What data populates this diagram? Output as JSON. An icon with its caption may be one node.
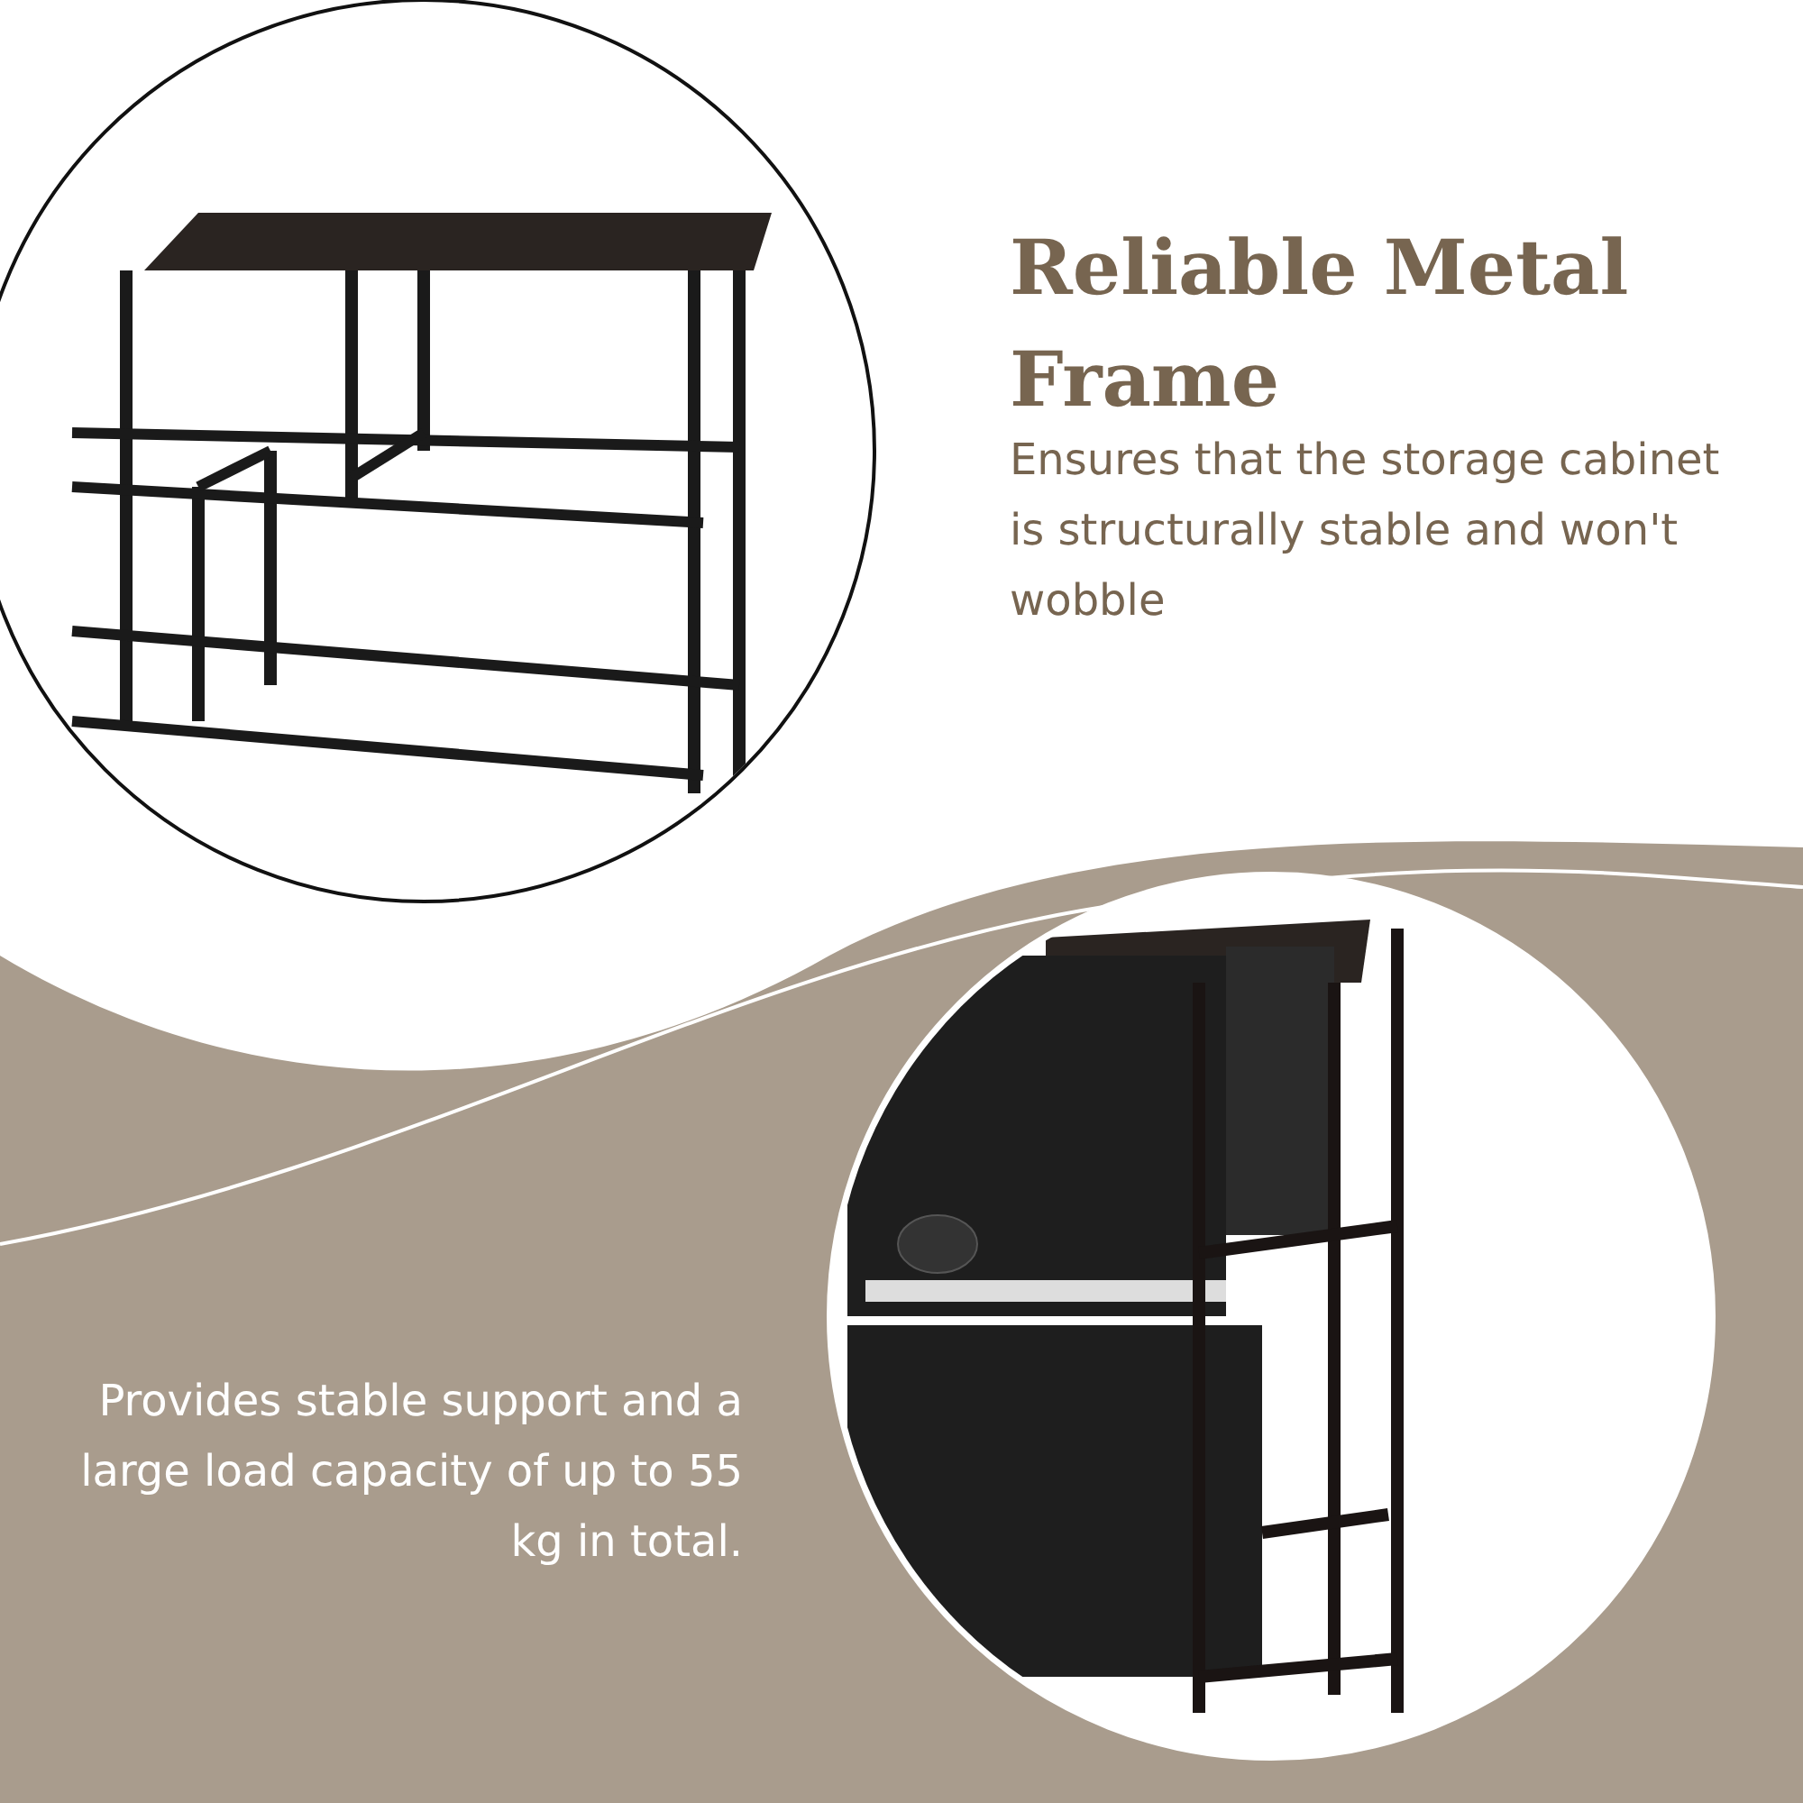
{
  "diagram": {
    "title": "Reliable Metal Frame",
    "labels": [
      "Ensures that the storage cabinet is structurally stable and won't wobble",
      "Provides stable support and a large load capacity of up to 55 kg in total."
    ]
  }
}
